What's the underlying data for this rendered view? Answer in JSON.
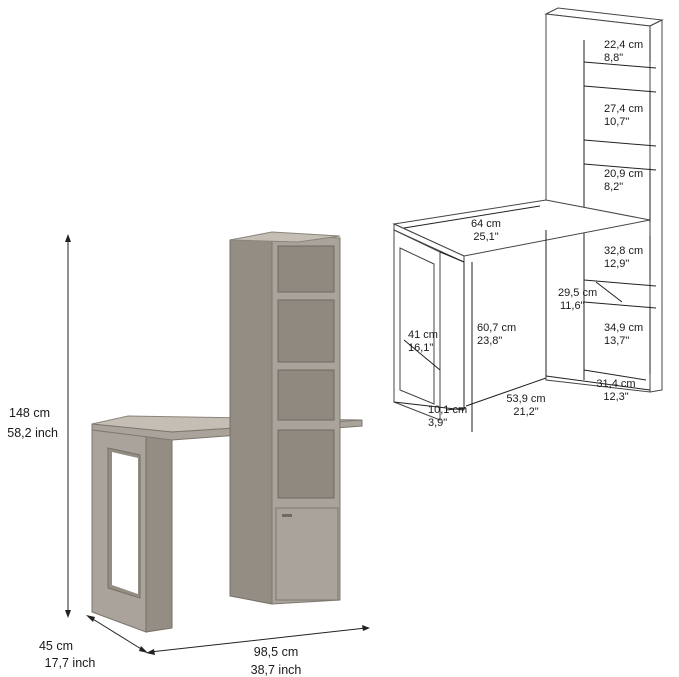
{
  "product_dimensions": {
    "height_cm": "148 cm",
    "height_in": "58,2 inch",
    "depth_cm": "45 cm",
    "depth_in": "17,7 inch",
    "width_cm": "98,5 cm",
    "width_in": "38,7 inch"
  },
  "detail_dimensions": {
    "shelf_top_cm": "22,4 cm",
    "shelf_top_in": "8,8\"",
    "shelf_2_cm": "27,4 cm",
    "shelf_2_in": "10,7\"",
    "shelf_3_cm": "20,9 cm",
    "shelf_3_in": "8,2\"",
    "desk_width_cm": "64 cm",
    "desk_width_in": "25,1\"",
    "lower_shelf_cm": "32,8 cm",
    "lower_shelf_in": "12,9\"",
    "shelf_depth_cm": "29,5 cm",
    "shelf_depth_in": "11,6\"",
    "desk_depth_cm": "41 cm",
    "desk_depth_in": "16,1\"",
    "leg_height_cm": "60,7 cm",
    "leg_height_in": "23,8\"",
    "cabinet_cm": "34,9 cm",
    "cabinet_in": "13,7\"",
    "panel_cm": "10,1 cm",
    "panel_in": "3,9\"",
    "knee_width_cm": "53,9 cm",
    "knee_width_in": "21,2\"",
    "tower_width_cm": "31,4 cm",
    "tower_width_in": "12,3\""
  },
  "colors": {
    "wood": "#a9a39b",
    "line": "#222222"
  }
}
